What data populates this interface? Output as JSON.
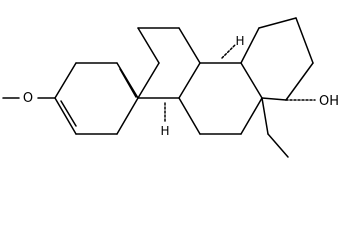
{
  "labels": {
    "methoxy_o": "O",
    "hydroxyl": "OH",
    "h_top": "H",
    "h_bottom": "H"
  },
  "colors": {
    "bond": "#000000",
    "background": "#ffffff"
  }
}
